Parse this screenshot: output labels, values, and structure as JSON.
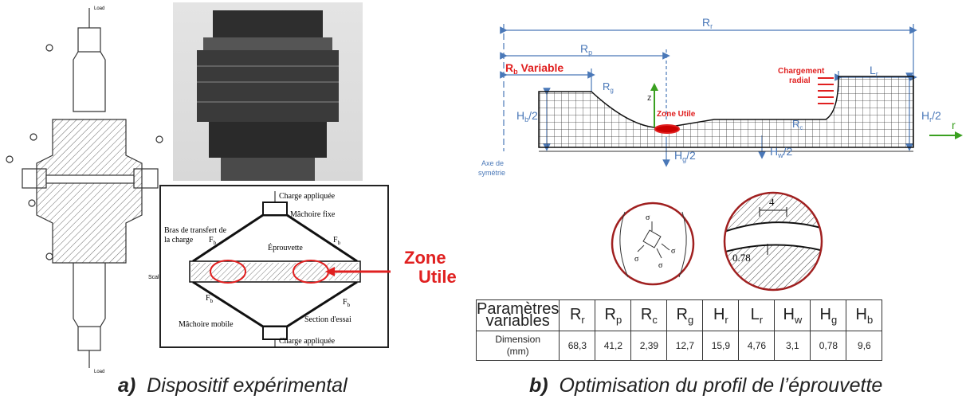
{
  "captions": {
    "a_letter": "a)",
    "a_text": "Dispositif expérimental",
    "b_letter": "b)",
    "b_text": "Optimisation du profil de l’éprouvette"
  },
  "left_drawing": {
    "load_top": "Load",
    "load_bottom": "Load",
    "scale": "Scale:"
  },
  "schema": {
    "charge_top": "Charge appliquée",
    "machoire_fixe": "Mâchoire fixe",
    "bras_line1": "Bras de transfert de",
    "bras_line2": "la charge",
    "fb": "F",
    "fb_sub": "b",
    "eprouvette": "Éprouvette",
    "section_essai": "Section d'essai",
    "machoire_mobile": "Mâchoire mobile",
    "charge_bottom": "Charge appliquée"
  },
  "zone_utile": {
    "line1": "Zone",
    "line2": "Utile"
  },
  "fe_model": {
    "Rr": "R",
    "Rr_sub": "r",
    "Rp": "R",
    "Rp_sub": "p",
    "Rb_variable": "Variable",
    "Rb": "R",
    "Rb_sub": "b",
    "Rg": "R",
    "Rg_sub": "g",
    "Rc": "R",
    "Rc_sub": "c",
    "Lr": "L",
    "Lr_sub": "r",
    "Hb": "H",
    "Hb_sub": "b",
    "Hb_tail": "/2",
    "Hr": "H",
    "Hr_sub": "r",
    "Hr_tail": "/2",
    "Hg": "H",
    "Hg_sub": "g",
    "Hg_tail": "/2",
    "Hw": "H",
    "Hw_sub": "w",
    "Hw_tail": "/2",
    "z": "z",
    "r": "r",
    "zone_utile": "Zone Utile",
    "chargement_line1": "Chargement",
    "chargement_line2": "radial",
    "axe_line1": "Axe de",
    "axe_line2": "symétrie"
  },
  "details": {
    "dim_4": "4",
    "dim_078": "0.78"
  },
  "table": {
    "row1_header_line1": "Paramètres",
    "row1_header_line2": "variables",
    "params": [
      {
        "sym": "R",
        "sub": "r"
      },
      {
        "sym": "R",
        "sub": "p"
      },
      {
        "sym": "R",
        "sub": "c"
      },
      {
        "sym": "R",
        "sub": "g"
      },
      {
        "sym": "H",
        "sub": "r"
      },
      {
        "sym": "L",
        "sub": "r"
      },
      {
        "sym": "H",
        "sub": "w"
      },
      {
        "sym": "H",
        "sub": "g"
      },
      {
        "sym": "H",
        "sub": "b"
      }
    ],
    "row2_header_line1": "Dimension",
    "row2_header_line2": "(mm)",
    "values": [
      "68,3",
      "41,2",
      "2,39",
      "12,7",
      "15,9",
      "4,76",
      "3,1",
      "0,78",
      "9,6"
    ]
  },
  "colors": {
    "accent_red": "#e02020",
    "dim_blue": "#4a78b8",
    "green_arrow": "#3aa020"
  }
}
